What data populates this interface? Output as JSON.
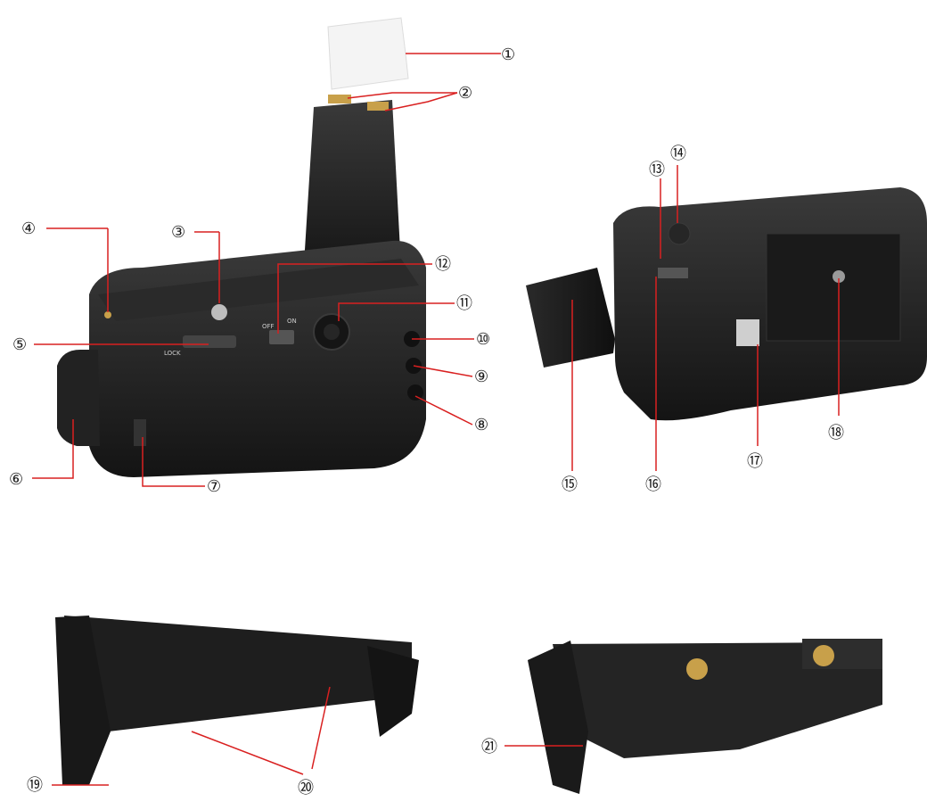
{
  "colors": {
    "leader": "#d92020",
    "callout_text": "#1a1a1a",
    "body": "#1d1d1d",
    "body_highlight": "#3a3a3a",
    "contact": "#c8a04a",
    "cover": "#f4f4f4"
  },
  "callouts": [
    {
      "id": "1",
      "label": "①"
    },
    {
      "id": "2",
      "label": "②"
    },
    {
      "id": "3",
      "label": "③"
    },
    {
      "id": "4",
      "label": "④"
    },
    {
      "id": "5",
      "label": "⑤"
    },
    {
      "id": "6",
      "label": "⑥"
    },
    {
      "id": "7",
      "label": "⑦"
    },
    {
      "id": "8",
      "label": "⑧"
    },
    {
      "id": "9",
      "label": "⑨"
    },
    {
      "id": "10",
      "label": "⑩"
    },
    {
      "id": "11",
      "label": "⑪"
    },
    {
      "id": "12",
      "label": "⑫"
    },
    {
      "id": "13",
      "label": "⑬"
    },
    {
      "id": "14",
      "label": "⑭"
    },
    {
      "id": "15",
      "label": "⑮"
    },
    {
      "id": "16",
      "label": "⑯"
    },
    {
      "id": "17",
      "label": "⑰"
    },
    {
      "id": "18",
      "label": "⑱"
    },
    {
      "id": "19",
      "label": "⑲"
    },
    {
      "id": "20",
      "label": "⑳"
    },
    {
      "id": "21",
      "label": "㉑"
    }
  ],
  "device_text": {
    "lock": "LOCK",
    "off": "OFF",
    "on": "ON"
  }
}
